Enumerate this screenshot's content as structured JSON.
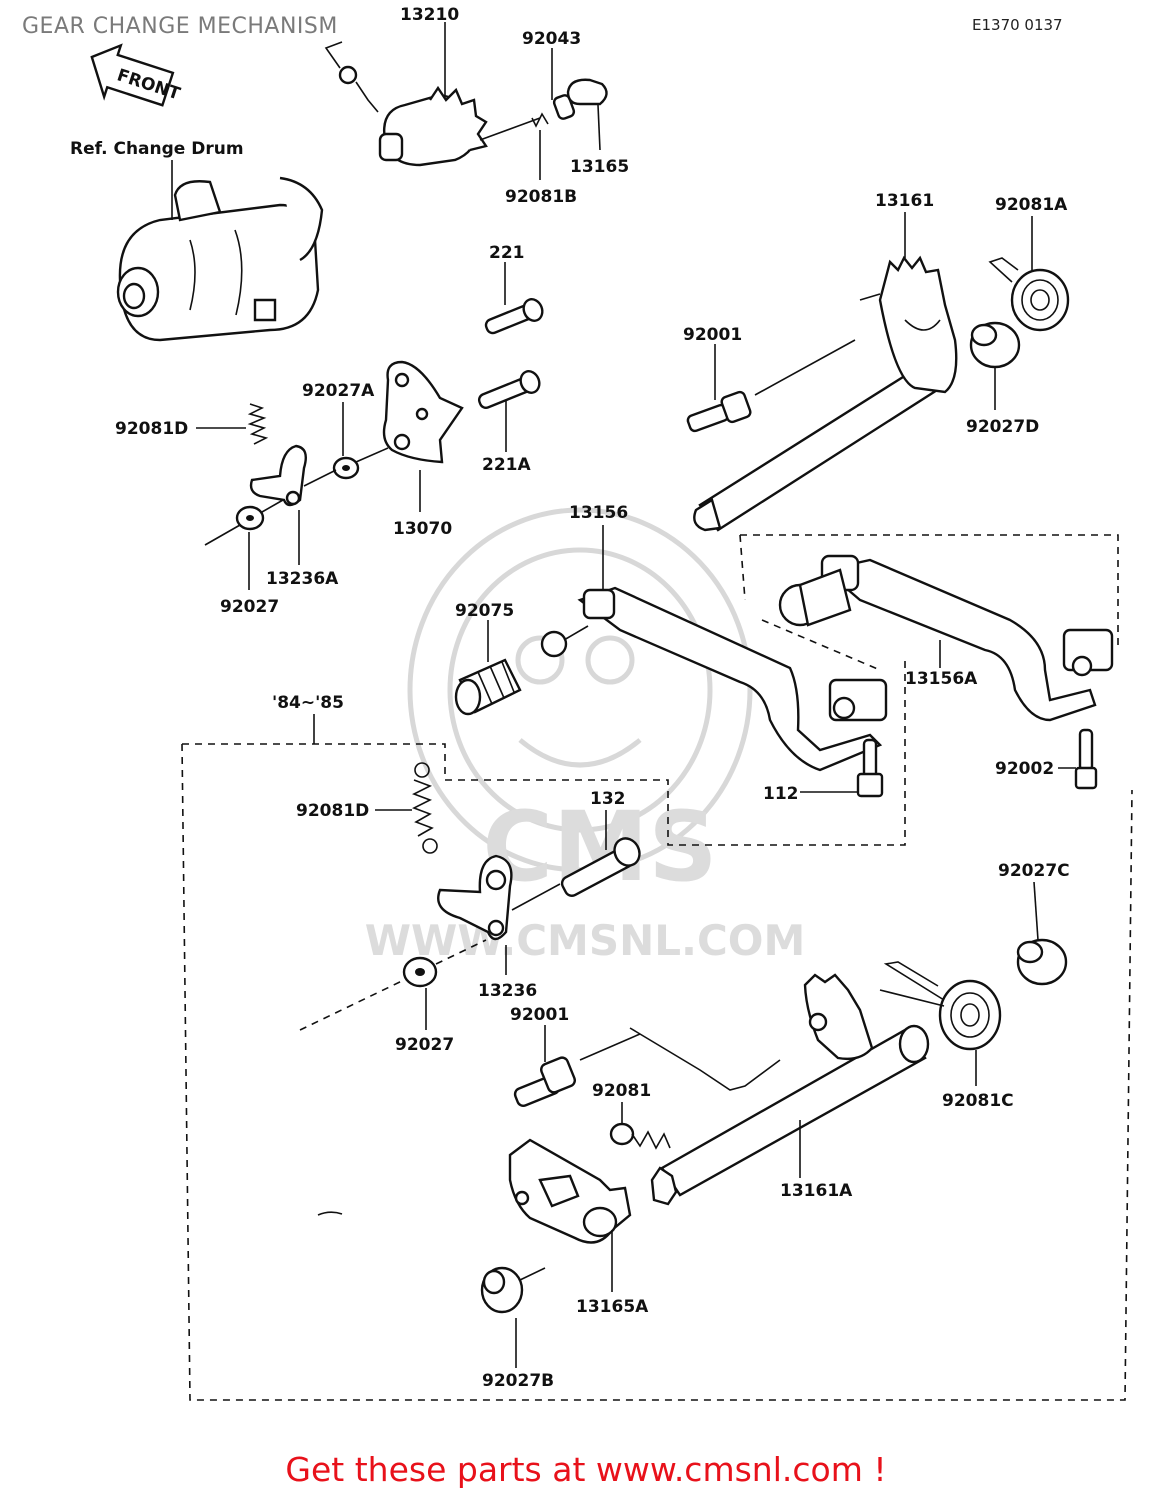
{
  "header": {
    "title": "GEAR CHANGE MECHANISM",
    "ref_code": "E1370 0137"
  },
  "footer": {
    "text": "Get these parts at www.cmsnl.com !"
  },
  "watermark": {
    "logo_text": "CMS",
    "url_text": "WWW.CMSNL.COM"
  },
  "diagram": {
    "front_arrow_label": "FRONT",
    "ref_change_drum": "Ref. Change Drum",
    "group_label": "'84~'85",
    "parts": {
      "p13210": "13210",
      "p92043": "92043",
      "p13165": "13165",
      "p92081B": "92081B",
      "p13161": "13161",
      "p92081A": "92081A",
      "p221": "221",
      "p92001_top": "92001",
      "p92027D": "92027D",
      "p92027A": "92027A",
      "p92081D_top": "92081D",
      "p221A": "221A",
      "p13070": "13070",
      "p13236A": "13236A",
      "p92027_top": "92027",
      "p13156": "13156",
      "p92075": "92075",
      "p13156A": "13156A",
      "p92002": "92002",
      "p112": "112",
      "p132": "132",
      "p92081D_bottom": "92081D",
      "p92027C": "92027C",
      "p13236": "13236",
      "p92001_bottom": "92001",
      "p92027_bottom": "92027",
      "p92081": "92081",
      "p92081C": "92081C",
      "p13161A": "13161A",
      "p13165A": "13165A",
      "p92027B": "92027B"
    }
  },
  "colors": {
    "title": "#7a7a7a",
    "footer": "#e8111a",
    "line": "#111111",
    "watermark": "#d8d8d8"
  }
}
